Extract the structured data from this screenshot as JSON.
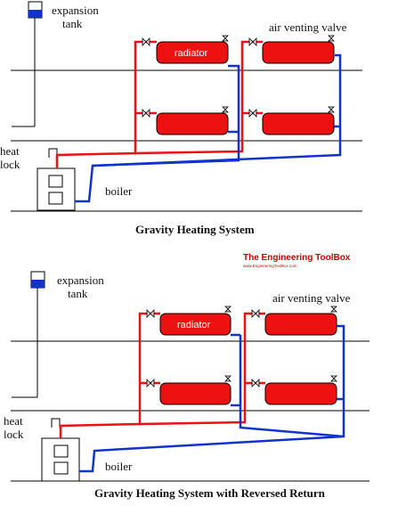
{
  "colors": {
    "supply": "#ee1111",
    "return": "#1133cc",
    "radiator": "#ee1111",
    "floor": "#000000"
  },
  "diagram_top": {
    "caption": "Gravity Heating System",
    "expansion_tank_label": [
      "expansion",
      "tank"
    ],
    "air_valve_label": "air venting valve",
    "radiator_label": "radiator",
    "heat_lock_label": [
      "heat",
      "lock"
    ],
    "boiler_label": "boiler"
  },
  "diagram_bottom": {
    "caption": "Gravity Heating System with Reversed Return",
    "expansion_tank_label": [
      "expansion",
      "tank"
    ],
    "air_valve_label": "air venting valve",
    "radiator_label": "radiator",
    "heat_lock_label": [
      "heat",
      "lock"
    ],
    "boiler_label": "boiler"
  },
  "brand": {
    "name": "The Engineering ToolBox",
    "url": "www.EngineeringToolBox.com"
  }
}
